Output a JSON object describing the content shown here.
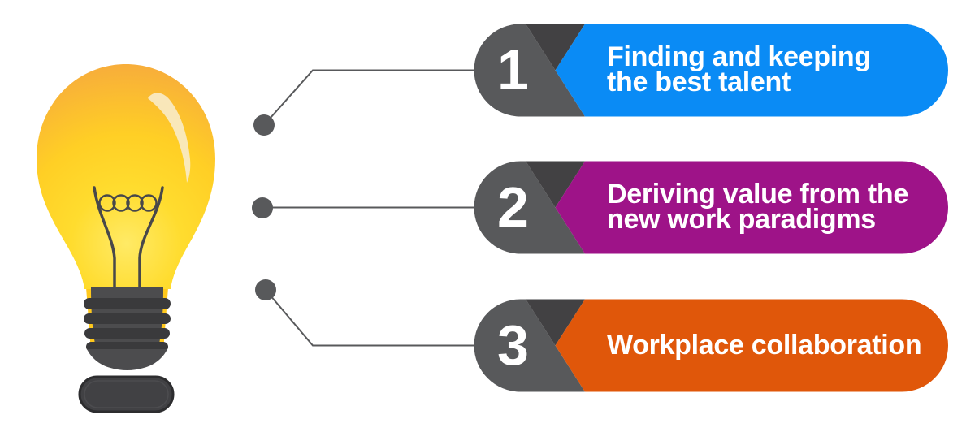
{
  "diagram": {
    "type": "lightbulb-callout-infographic",
    "background_color": "#FFFFFF",
    "badge": {
      "number_bg_color": "#58595B",
      "fold_color": "#424143",
      "text_color": "#FFFFFF"
    },
    "connector": {
      "line_color": "#58595B",
      "dot_color": "#58595B"
    },
    "bulb": {
      "glass_top_color": "#F6A840",
      "glass_mid_color": "#FFD41E",
      "glow_color": "#FFEA66",
      "highlight_color": "#F9EAC5",
      "filament_color": "#48484A",
      "neck_glass_color": "#FFC81C",
      "base_color": "#4C4C4E",
      "thread_color": "#3A3A3C",
      "puck_color": "#414144",
      "puck_outline_color": "#2D2D2F"
    },
    "items": [
      {
        "number": "1",
        "lines": [
          "Finding and keeping",
          "the best talent"
        ],
        "accent_color": "#0A8BF5"
      },
      {
        "number": "2",
        "lines": [
          "Deriving value from the",
          "new work paradigms"
        ],
        "accent_color": "#9E1388"
      },
      {
        "number": "3",
        "lines": [
          "Workplace collaboration"
        ],
        "accent_color": "#E0570A"
      }
    ]
  }
}
